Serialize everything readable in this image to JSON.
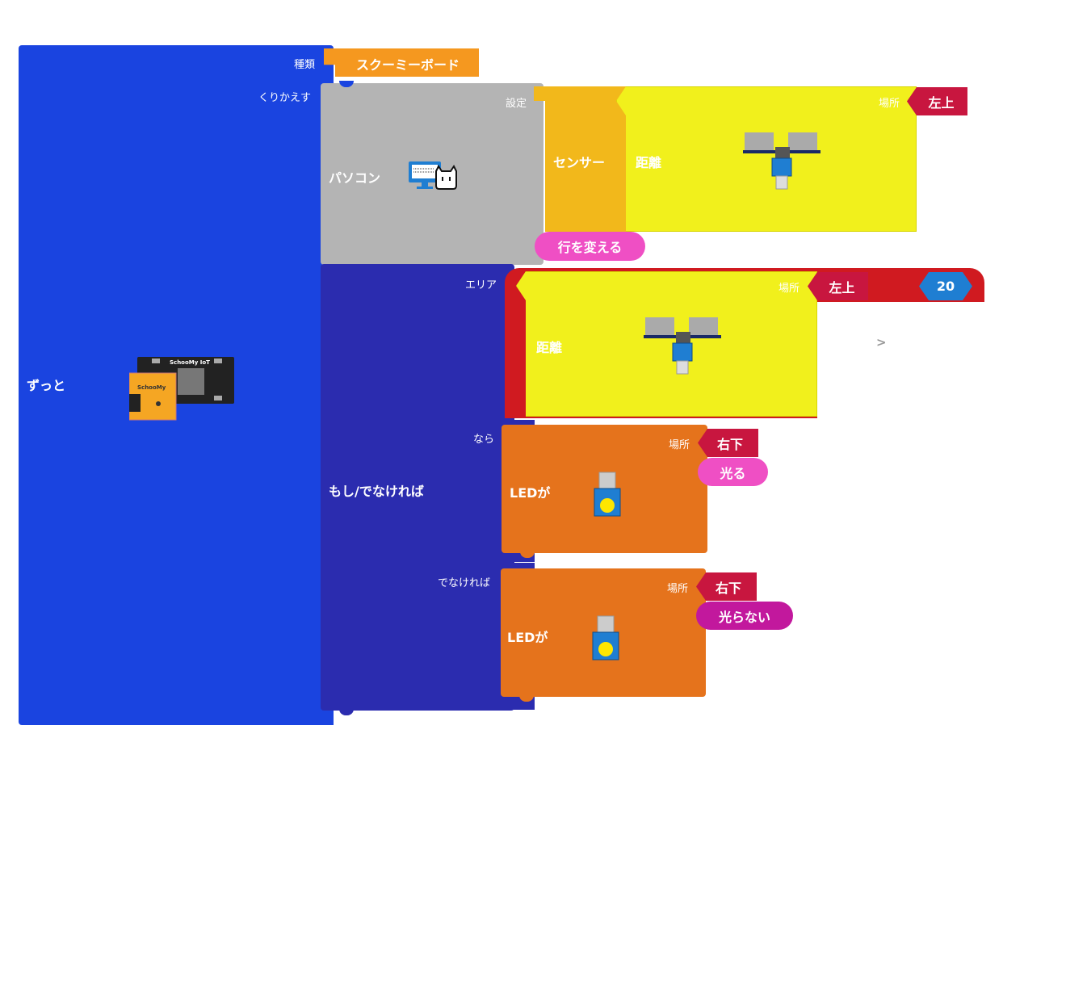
{
  "forever": {
    "label": "ずっと",
    "type_label": "種類",
    "board_value": "スクーミーボード",
    "repeat_label": "くりかえす"
  },
  "board_icon": {
    "name": "schoomy-board-icon",
    "text_main": "SchooMy IoT",
    "text_sub": "SchooMy"
  },
  "pc_block": {
    "label": "パソコン",
    "setting_label": "設定",
    "newline_label": "行を変える"
  },
  "sensor_block": {
    "label": "センサー"
  },
  "distance_block_1": {
    "label": "距離",
    "place_label": "場所",
    "place_value": "左上"
  },
  "if_block": {
    "label": "もし/でなければ",
    "area_label": "エリア",
    "then_label": "なら",
    "else_label": "でなければ"
  },
  "compare_block": {
    "operator": ">",
    "value": "20"
  },
  "distance_block_2": {
    "label": "距離",
    "place_label": "場所",
    "place_value": "左上"
  },
  "led_block_1": {
    "label": "LEDが",
    "place_label": "場所",
    "place_value": "右下",
    "state": "光る"
  },
  "led_block_2": {
    "label": "LEDが",
    "place_label": "場所",
    "place_value": "右下",
    "state": "光らない"
  },
  "colors": {
    "forever_blue": "#1a44e0",
    "type_orange": "#f5981f",
    "pc_gray": "#b4b4b4",
    "sensor_orange": "#f2b81b",
    "distance_yellow": "#f1f01c",
    "place_red": "#c8163f",
    "newline_pink": "#ef4fc4",
    "if_indigo": "#2b2caf",
    "compare_red": "#d01a20",
    "number_blue": "#1f7ed2",
    "led_orange": "#e5731c",
    "on_pink": "#ef4fc4",
    "off_magenta": "#c2189d"
  }
}
